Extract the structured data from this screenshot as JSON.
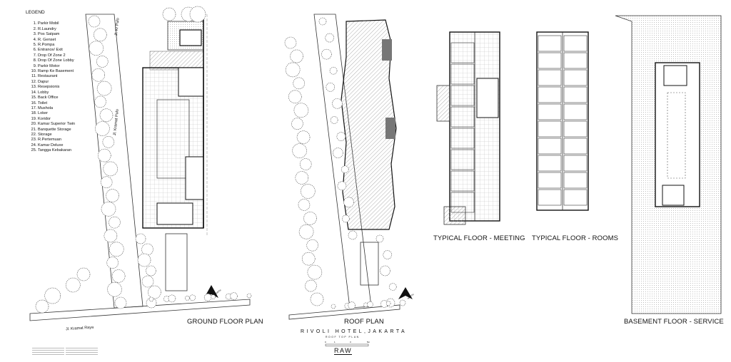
{
  "legend": {
    "title": "LEGEND",
    "items": [
      "Parkir Mobil",
      "R.Laundry",
      "Pos Satpam",
      "R. Genset",
      "R.Pompa",
      "Entrance/ Exit",
      "Drop Of Zone 2",
      "Drop Of Zone Lobby",
      "Parkir Motor",
      "Ramp Ke Basement",
      "Restaurant",
      "Dapur",
      "Resepsionis",
      "Lobby",
      "Back Office",
      "Toilet",
      "Mushola",
      "Loker",
      "Koridor",
      "Kamar Superior Twin",
      "Banquette Storage",
      "Storage",
      "R.Pertemuan",
      "Kamar Deluxe",
      "Tangga Kebakaran"
    ]
  },
  "plans": {
    "ground": "GROUND FLOOR PLAN",
    "roof": "ROOF PLAN",
    "meeting": "TYPICAL FLOOR - MEETING",
    "rooms": "TYPICAL FLOOR - ROOMS",
    "basement": "BASEMENT FLOOR - SERVICE"
  },
  "roads": {
    "kramat_raya": "Jl. Kramat Raya",
    "kramat_pulo": "Jl. Kramat Pulo",
    "kramat_pulo_short": "Jl. Kr   Pulo"
  },
  "north_label": "NORTH",
  "title_block": {
    "title": "RIVOLI HOTEL,JAKARTA",
    "subtitle": "ROOF TOP PLAN",
    "scale_ticks": [
      "0",
      "1",
      "3",
      "5m"
    ],
    "logo": "RAW"
  },
  "colors": {
    "line": "#222222",
    "hatch": "#9a9a9a",
    "tree": "#555555"
  }
}
